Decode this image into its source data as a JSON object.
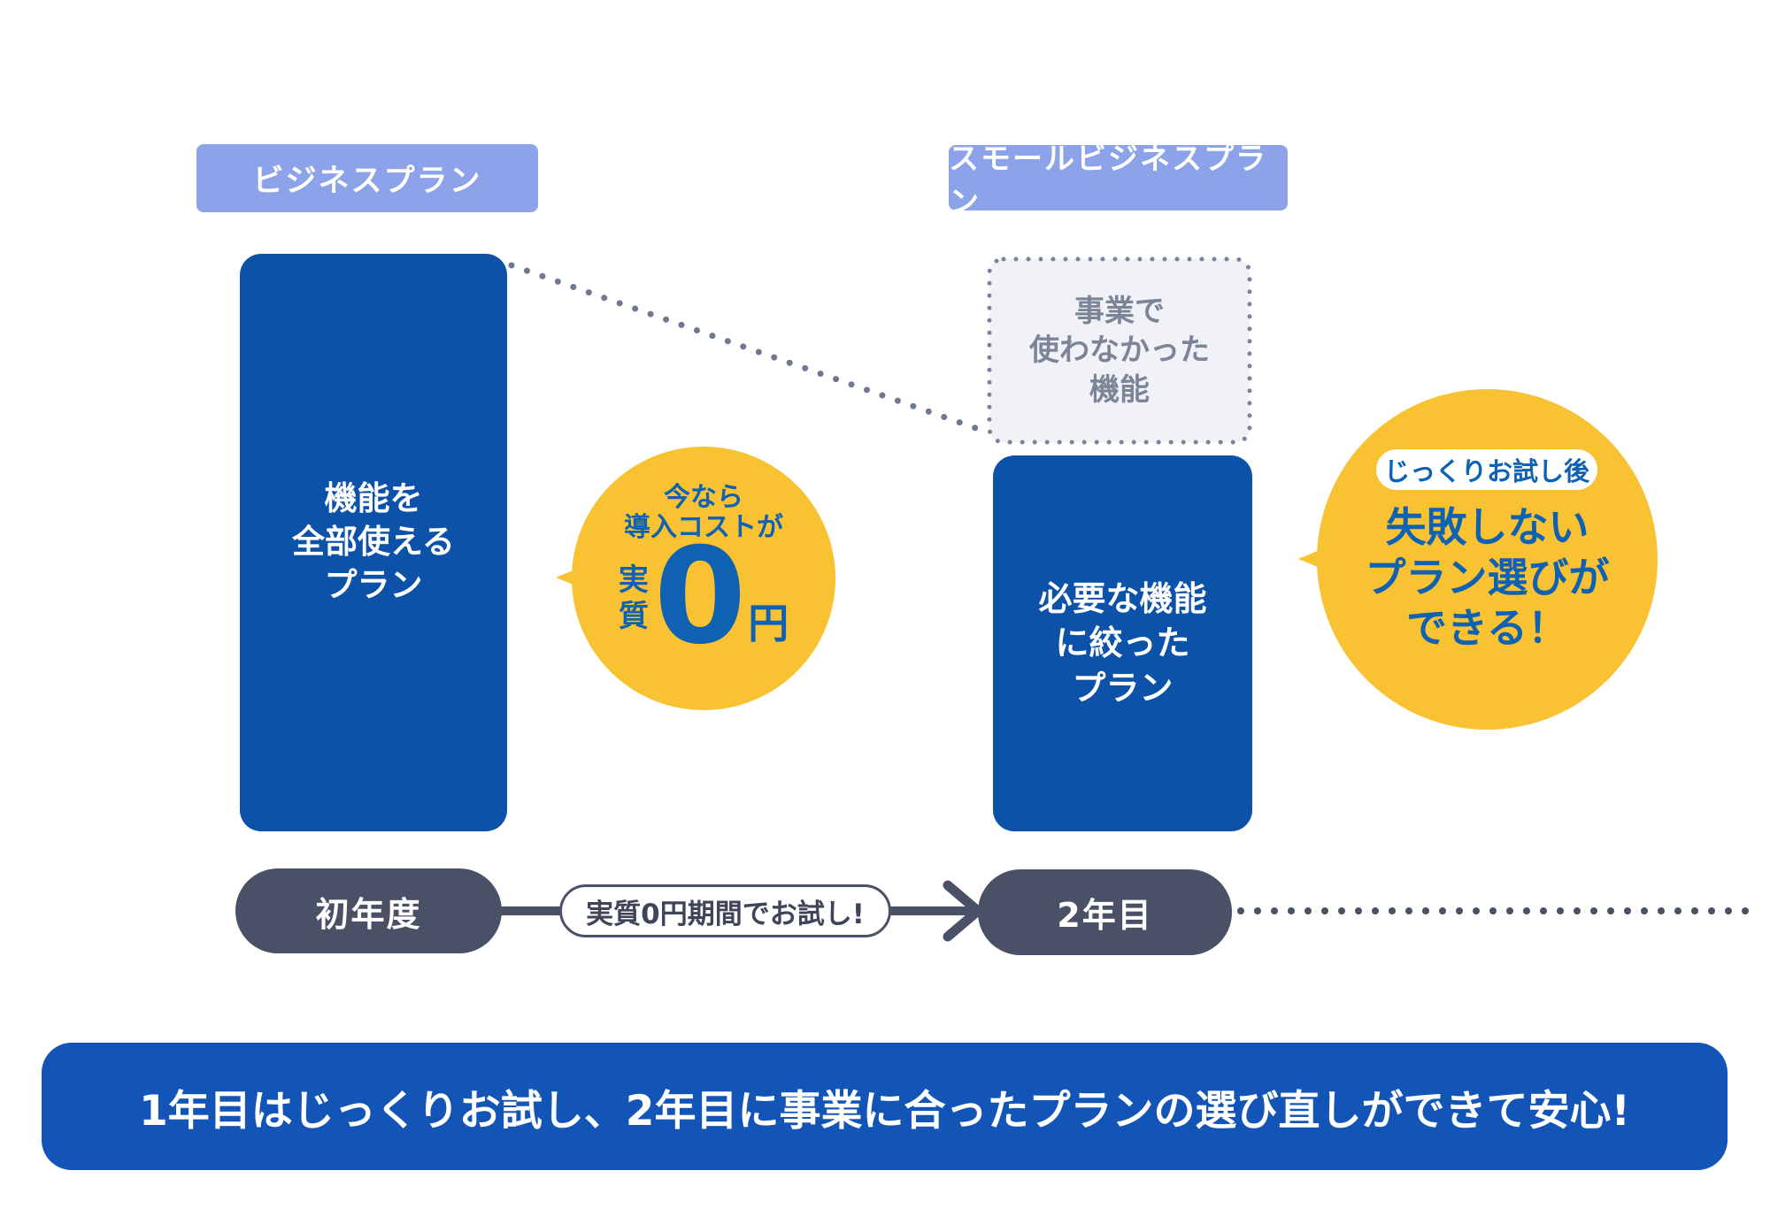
{
  "colors": {
    "plan_box_blue": "#0C52A8",
    "banner_blue": "#1355B7",
    "label_periwinkle": "#8CA3E9",
    "bubble_yellow": "#F9C232",
    "bubble_text_blue": "#0F62B2",
    "timeline_slate": "#4A5166",
    "unused_box_gray": "#7C8598",
    "unused_box_fill": "#F0F2F7"
  },
  "plan_business": {
    "label": "ビジネスプラン",
    "box_lines": [
      "機能を",
      "全部使える",
      "プラン"
    ],
    "timeline_label": "初年度"
  },
  "plan_small": {
    "label": "スモールビジネスプラン",
    "box_lines": [
      "必要な機能",
      "に絞った",
      "プラン"
    ],
    "unused_lines": [
      "事業で",
      "使わなかった",
      "機能"
    ],
    "timeline_label": "2年目"
  },
  "zero_cost_badge": {
    "line1": "今なら",
    "line2": "導入コストが",
    "stack_top": "実",
    "stack_bottom": "質",
    "digit": "0",
    "unit": "円"
  },
  "result_bubble": {
    "tag": "じっくりお試し後",
    "lines": [
      "失敗しない",
      "プラン選びが",
      "できる！"
    ]
  },
  "timeline": {
    "trial_label": "実質0円期間でお試し!"
  },
  "banner": {
    "text": "1年目はじっくりお試し、2年目に事業に合ったプランの選び直しができて安心!"
  }
}
